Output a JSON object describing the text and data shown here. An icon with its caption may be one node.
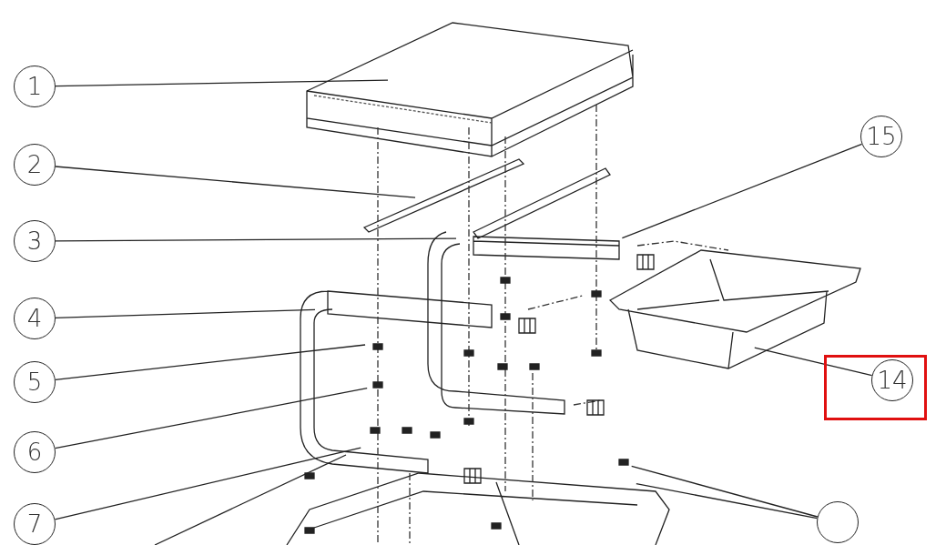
{
  "diagram": {
    "nodes": [
      {
        "text": [
          "1"
        ]
      },
      {
        "text": [
          "2"
        ]
      },
      {
        "text": [
          "3"
        ]
      },
      {
        "text": [
          "4"
        ]
      },
      {
        "text": [
          "5"
        ]
      },
      {
        "text": [
          "6"
        ]
      },
      {
        "text": [
          "7"
        ]
      },
      {
        "text": [
          "15"
        ]
      },
      {
        "text": [
          "14"
        ]
      },
      {
        "text": [],
        "shape": "circle"
      }
    ],
    "edges": [
      {
        "from": 0,
        "to": null,
        "arrow": "none"
      },
      {
        "from": 1,
        "to": null,
        "arrow": "none"
      },
      {
        "from": 2,
        "to": null,
        "arrow": "none"
      },
      {
        "from": 3,
        "to": null,
        "arrow": "none"
      },
      {
        "from": 4,
        "to": null,
        "arrow": "none"
      },
      {
        "from": 5,
        "to": null,
        "arrow": "none"
      },
      {
        "from": 6,
        "to": null,
        "arrow": "none"
      },
      {
        "from": 7,
        "to": null,
        "arrow": "none"
      },
      {
        "from": 8,
        "to": null,
        "arrow": "none"
      },
      {
        "from": 9,
        "to": null,
        "arrow": "none"
      },
      {
        "from": 9,
        "to": null,
        "arrow": "none"
      }
    ]
  }
}
